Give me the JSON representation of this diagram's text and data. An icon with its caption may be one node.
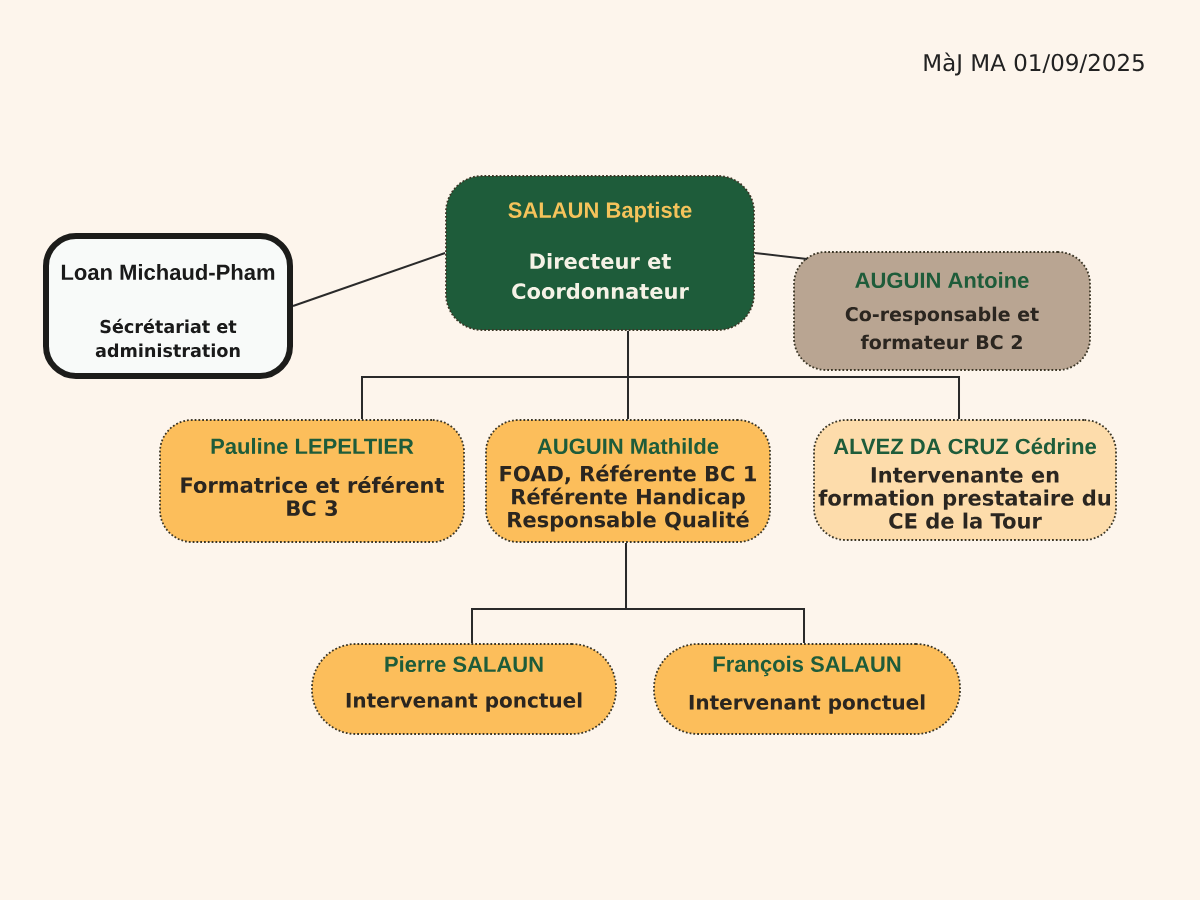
{
  "diagram": {
    "nodes": [
      {
        "text": [
          "SALAUN Baptiste",
          "Directeur et Coordonnateur"
        ]
      },
      {
        "text": [
          "Loan Michaud-Pham",
          "Sécrétariat et administration"
        ]
      },
      {
        "text": [
          "AUGUIN Antoine",
          "Co-responsable et formateur BC 2"
        ]
      },
      {
        "text": [
          "Pauline LEPELTIER",
          "Formatrice et référent BC 3"
        ]
      },
      {
        "text": [
          "AUGUIN Mathilde",
          "FOAD, Référente BC 1 Référente Handicap Responsable Qualité"
        ]
      },
      {
        "text": [
          "ALVEZ DA CRUZ Cédrine",
          "Intervenante en formation prestataire du CE de la Tour"
        ]
      },
      {
        "text": [
          "Pierre SALAUN",
          "Intervenant ponctuel"
        ]
      },
      {
        "text": [
          "François SALAUN",
          "Intervenant ponctuel"
        ]
      }
    ],
    "edges": [
      {
        "from": 0,
        "to": 1,
        "arrow": "none"
      },
      {
        "from": 0,
        "to": 2,
        "arrow": "none"
      },
      {
        "from": 0,
        "to": 3,
        "arrow": "none"
      },
      {
        "from": 0,
        "to": 4,
        "arrow": "none"
      },
      {
        "from": 0,
        "to": 5,
        "arrow": "none"
      },
      {
        "from": 4,
        "to": 6,
        "arrow": "none"
      },
      {
        "from": 4,
        "to": 7,
        "arrow": "none"
      }
    ],
    "labels": [
      "MàJ MA 01/09/2025"
    ]
  }
}
